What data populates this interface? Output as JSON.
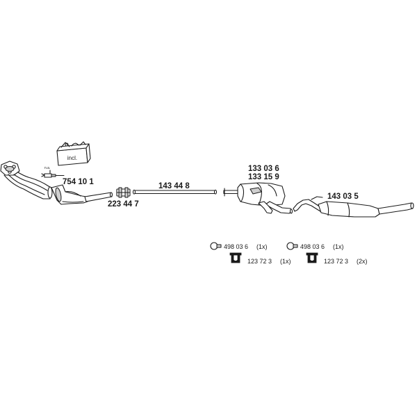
{
  "parts": {
    "front_pipe": {
      "icon": "front-pipe-with-flange"
    },
    "mounting_kit": {
      "label": "incl.",
      "icon": "mounting-kit-box"
    },
    "lambda_sensor": {
      "label": "n.a.",
      "icon": "lambda-sensor"
    },
    "catalytic_converter": {
      "number": "754 10 1",
      "icon": "catalytic-converter"
    },
    "clamp": {
      "number": "223 44 7",
      "icon": "pipe-clamp"
    },
    "intermediate_pipe": {
      "number": "143 44 8",
      "icon": "straight-pipe"
    },
    "middle_silencer": {
      "number_1": "133 03 6",
      "number_2": "133 15 9",
      "icon": "middle-silencer"
    },
    "rear_silencer": {
      "number": "143 03 5",
      "icon": "rear-silencer"
    }
  },
  "accessories": {
    "group_1": {
      "ring": {
        "number": "498 03 6",
        "qty": "(1x)",
        "icon": "rubber-ring-icon"
      },
      "holder": {
        "number": "123 72 3",
        "qty": "(1x)",
        "icon": "rubber-holder-icon"
      }
    },
    "group_2": {
      "ring": {
        "number": "498 03 6",
        "qty": "(1x)",
        "icon": "rubber-ring-icon"
      },
      "holder": {
        "number": "123 72 3",
        "qty": "(2x)",
        "icon": "rubber-holder-icon"
      }
    }
  }
}
